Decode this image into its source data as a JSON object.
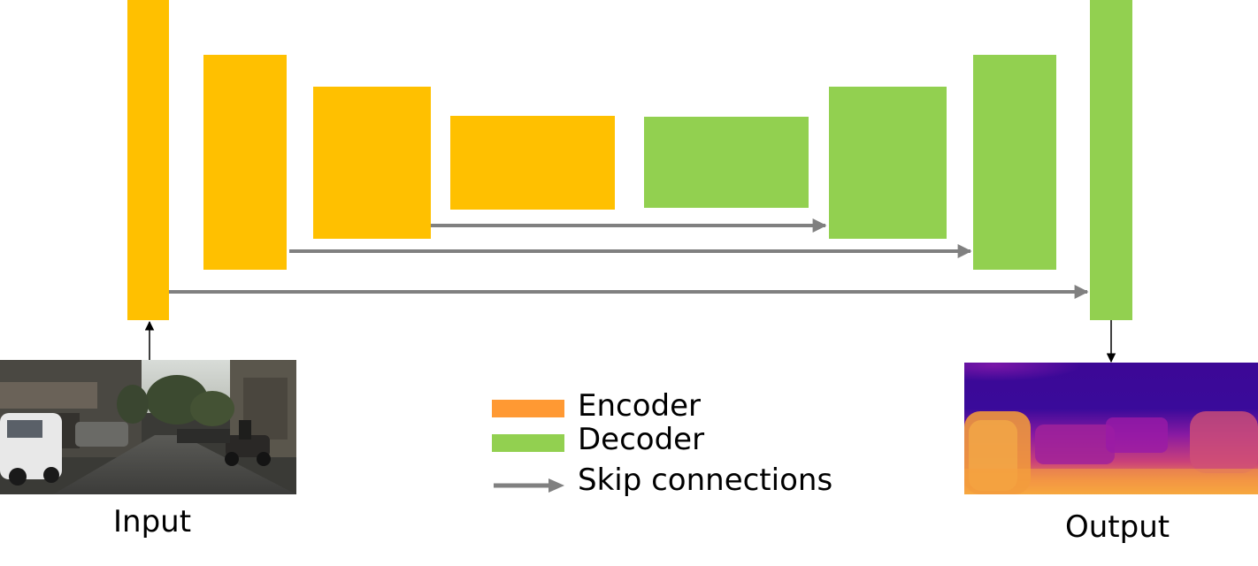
{
  "labels": {
    "input": "Input",
    "output": "Output"
  },
  "legend": {
    "encoder": "Encoder",
    "decoder": "Decoder",
    "skip": "Skip connections"
  },
  "colors": {
    "encoder_block": "#ffc000",
    "encoder_legend": "#ff9933",
    "decoder": "#92d050",
    "skip_arrow": "#808080",
    "flow_arrow": "#000000"
  }
}
